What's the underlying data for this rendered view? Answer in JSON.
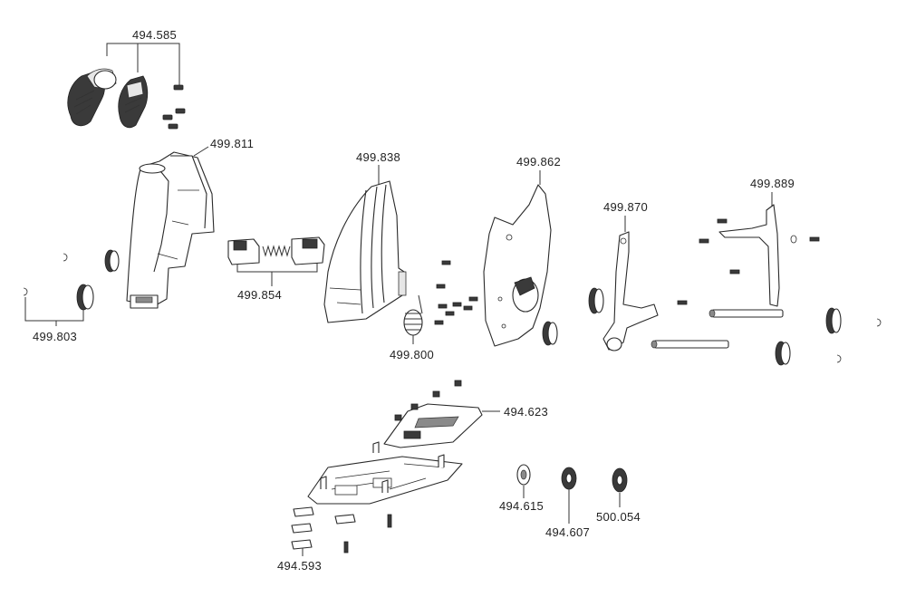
{
  "labels": {
    "l494585": "494.585",
    "l499811": "499.811",
    "l499838": "499.838",
    "l499862": "499.862",
    "l499870": "499.870",
    "l499889": "499.889",
    "l499854": "499.854",
    "l499803": "499.803",
    "l499800": "499.800",
    "l494623": "494.623",
    "l494615": "494.615",
    "l494607": "494.607",
    "l500054": "500.054",
    "l494593": "494.593"
  }
}
